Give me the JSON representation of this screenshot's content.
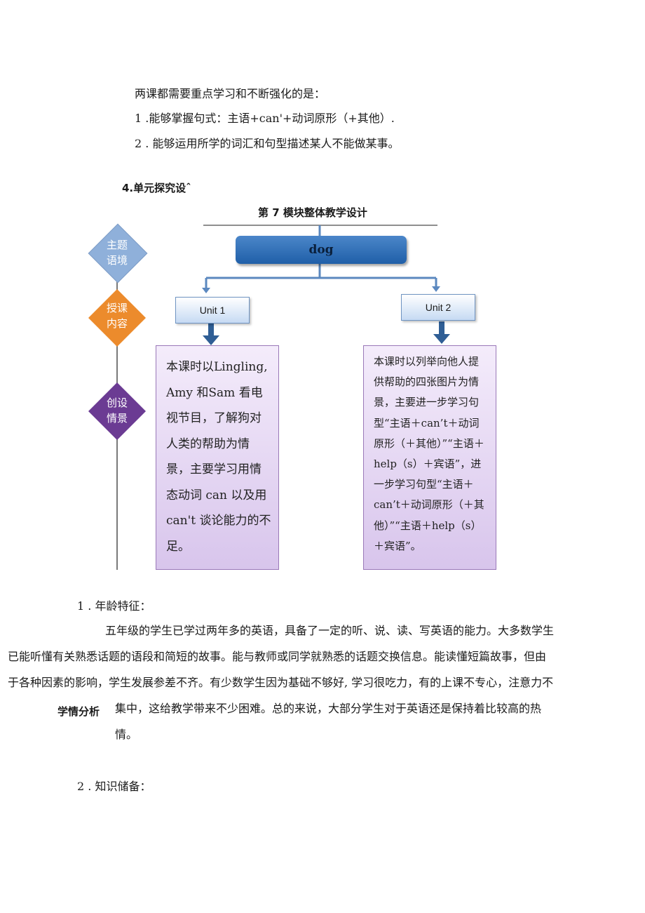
{
  "intro": {
    "line1": "两课都需要重点学习和不断强化的是：",
    "item1": "1  .能够掌握句式：主语+can'+动词原形（+其他）.",
    "item2": "2   . 能够运用所学的词汇和句型描述某人不能做某事。"
  },
  "section4_heading": "4.单元探究设ˆ",
  "flowchart": {
    "title": "第 7 模块整体教学设计",
    "side_labels": [
      {
        "text": "主题\n语境",
        "color": "#8fb0da"
      },
      {
        "text": "授课\n内容",
        "color": "#ec8b2c"
      },
      {
        "text": "创设\n情景",
        "color": "#6b3b93"
      }
    ],
    "root_label": "dog",
    "unit1_label": "Unit 1",
    "unit2_label": "Unit 2",
    "unit1_text": "本课时以Lingling, Amy 和Sam 看电视节目，了解狗对人类的帮助为情景，主要学习用情态动词 can 以及用 can't 谈论能力的不足。",
    "unit2_text": "本课时以列举向他人提供帮助的四张图片为情景，主要进一步学习句型“主语＋can’t＋动词原形（＋其他）”“主语＋help（s）＋宾语”，进一步学习句型“主语＋can’t＋动词原形（＋其他）”“主语＋help（s）＋宾语”。"
  },
  "analysis": {
    "item1_heading": "1 . 年龄特征：",
    "para_line1": "五年级的学生已学过两年多的英语，具备了一定的听、说、读、写英语的能力。大多数学生",
    "para_line2": "已能听懂有关熟悉话题的语段和简短的故事。能与教师或同学就熟悉的话题交换信息。能读懂短篇故事，但由",
    "para_line3": "于各种因素的影响，学生发展参差不齐。有少数学生因为基础不够好, 学习很吃力，有的上课不专心，注意力不",
    "side_label": "学情分析",
    "para_line4": "集中，这给教学带来不少困难。总的来说，大部分学生对于英语还是保持着比较高的热",
    "para_line5": "情。",
    "item2_heading": "2  . 知识储备："
  }
}
